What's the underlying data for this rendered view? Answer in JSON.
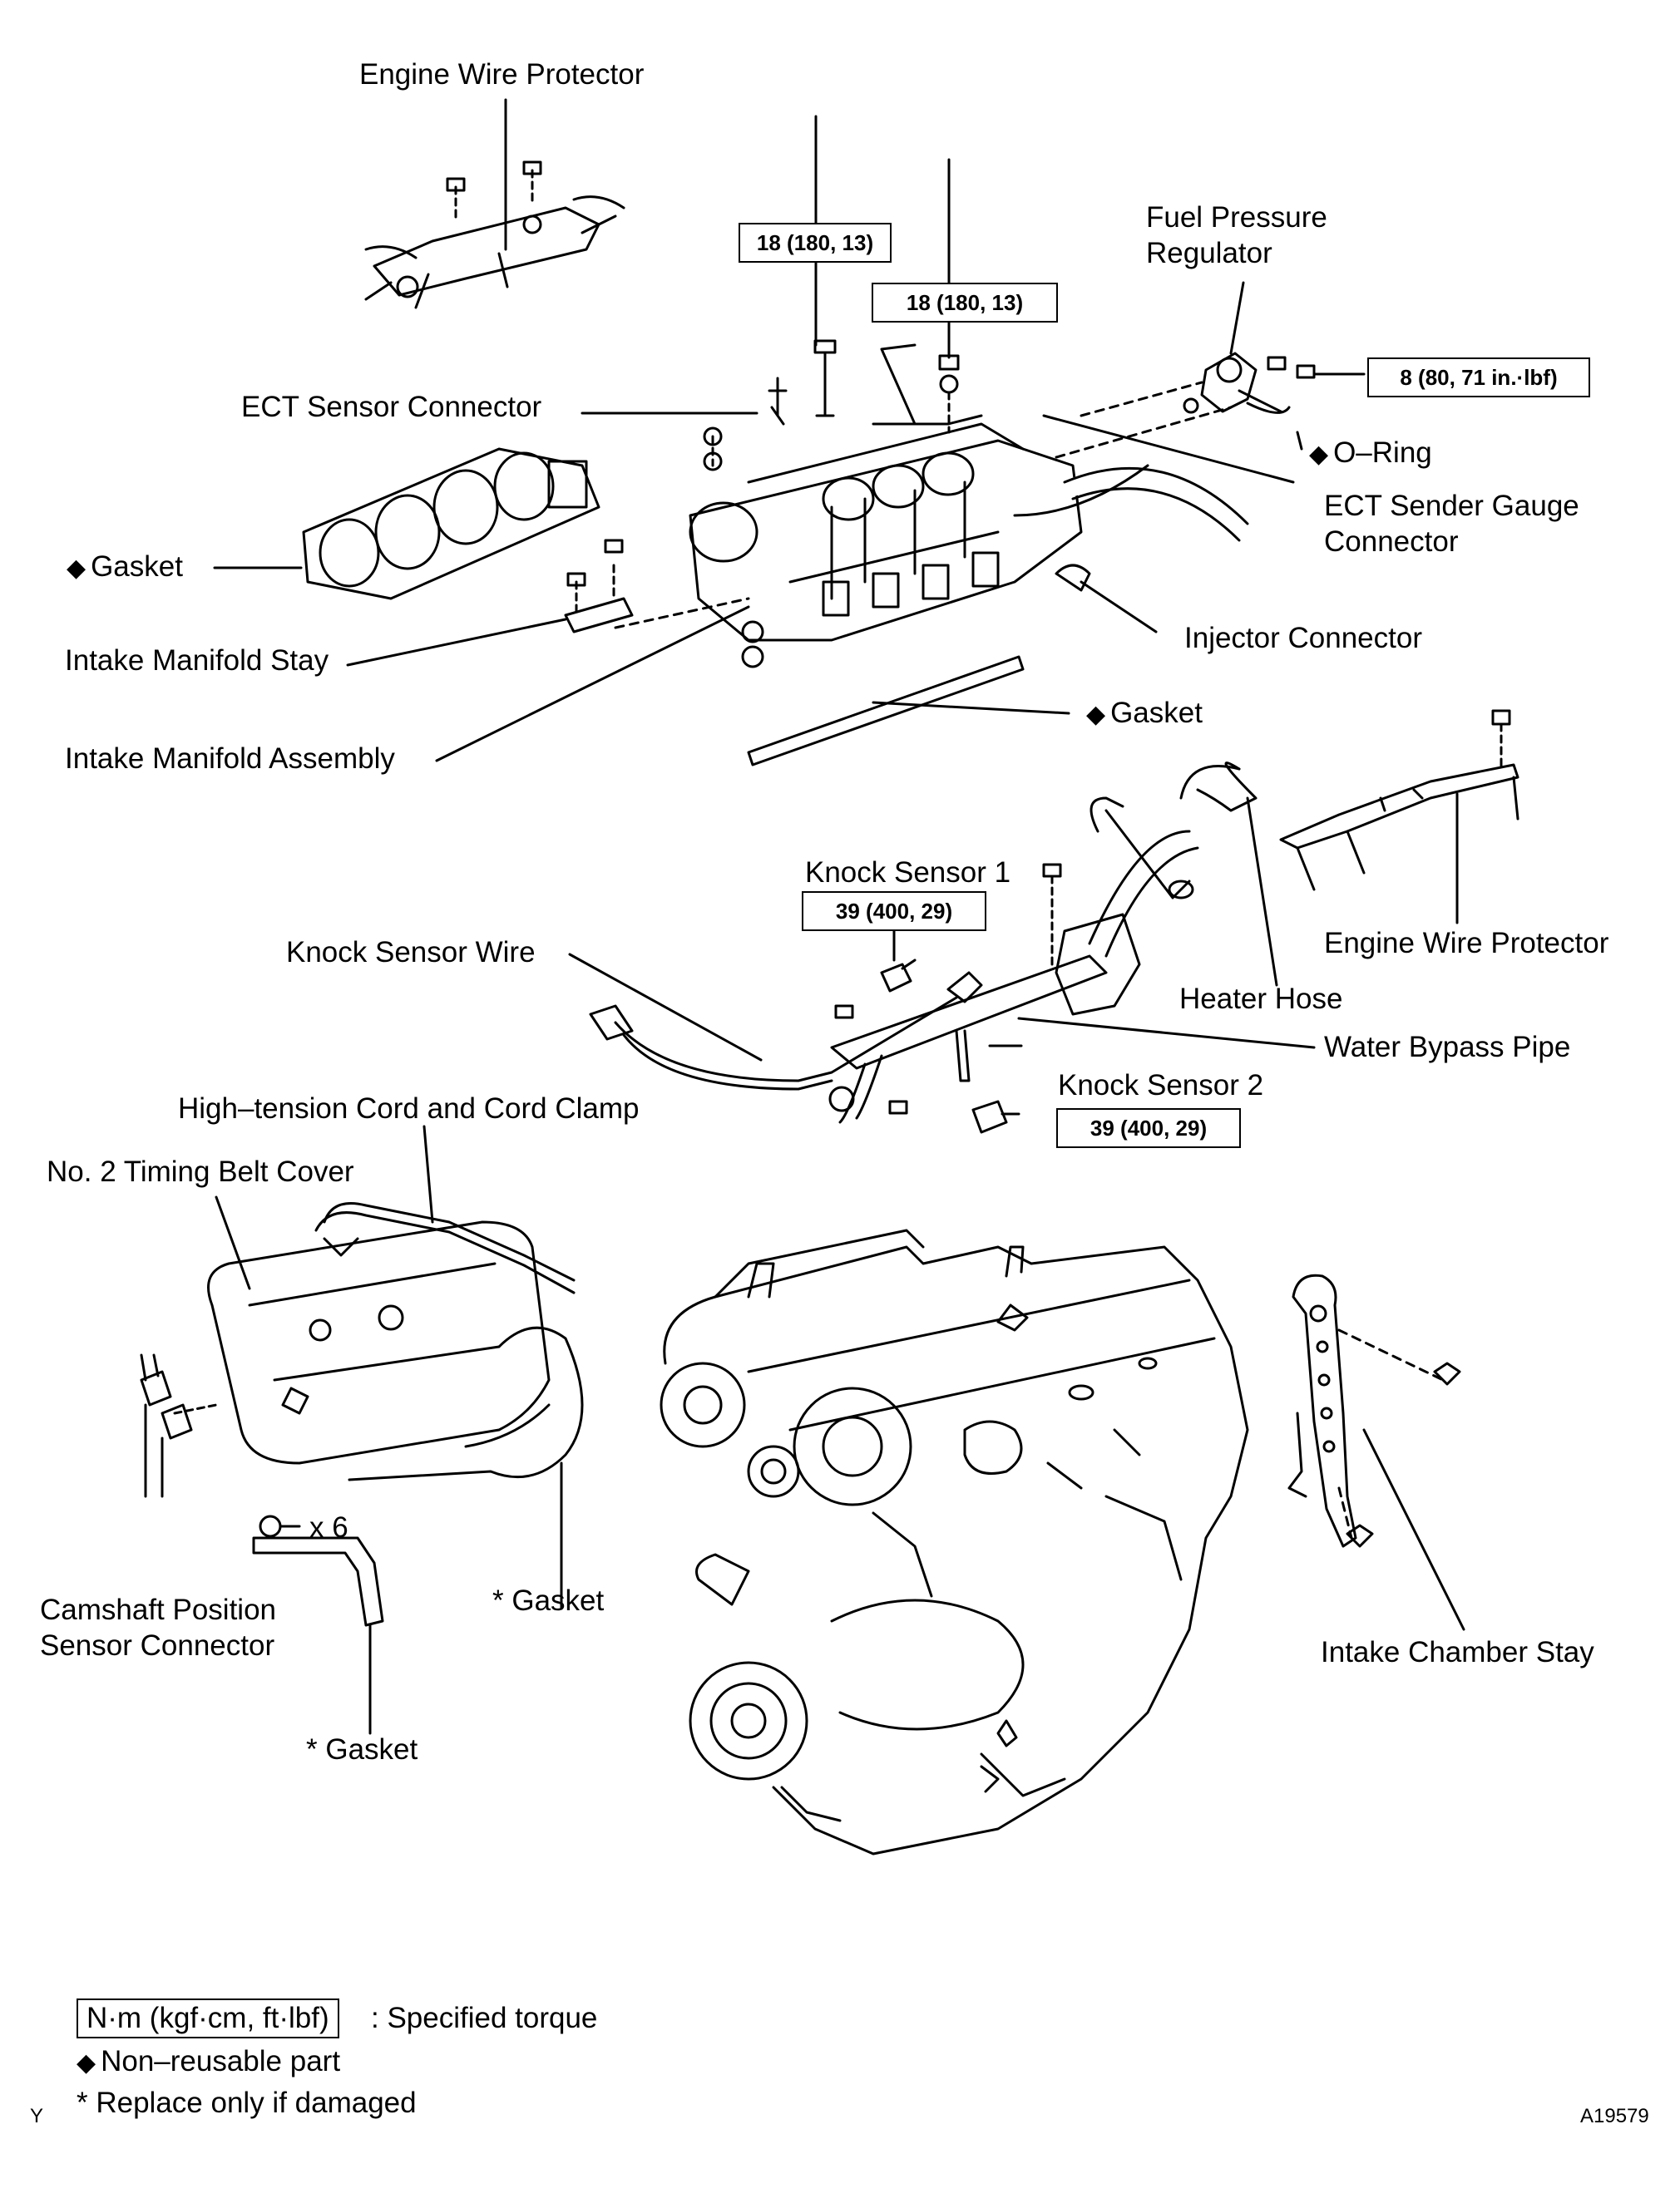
{
  "labels": {
    "engine_wire_protector_top": "Engine Wire Protector",
    "fuel_pressure_regulator": "Fuel Pressure\nRegulator",
    "ect_sensor_connector": "ECT Sensor Connector",
    "o_ring": "O–Ring",
    "ect_sender_gauge_connector": "ECT Sender Gauge\nConnector",
    "gasket_left": "Gasket",
    "intake_manifold_stay": "Intake Manifold Stay",
    "injector_connector": "Injector Connector",
    "gasket_lower": "Gasket",
    "intake_manifold_assembly": "Intake Manifold Assembly",
    "knock_sensor_1": "Knock Sensor 1",
    "knock_sensor_wire": "Knock Sensor Wire",
    "engine_wire_protector_right": "Engine Wire Protector",
    "heater_hose": "Heater Hose",
    "water_bypass_pipe": "Water Bypass Pipe",
    "knock_sensor_2": "Knock Sensor 2",
    "high_tension_cord": "High–tension Cord and Cord Clamp",
    "no2_timing_belt_cover": "No. 2 Timing Belt Cover",
    "x6": "x 6",
    "gasket_star_1": "* Gasket",
    "camshaft_position_sensor_connector": "Camshaft Position\nSensor Connector",
    "gasket_star_2": "* Gasket",
    "intake_chamber_stay": "Intake Chamber Stay"
  },
  "torques": {
    "bolt_left": "18 (180, 13)",
    "bolt_right": "18 (180, 13)",
    "regulator": "8 (80, 71 in.·lbf)",
    "knock_sensor_1": "39 (400, 29)",
    "knock_sensor_2": "39 (400, 29)"
  },
  "symbols": {
    "non_reusable": "◆"
  },
  "legend": {
    "torque_unit": "N·m (kgf·cm, ft·lbf)",
    "torque_desc": ": Specified torque",
    "non_reusable": "Non–reusable part",
    "replace": "* Replace only if damaged"
  },
  "footer": {
    "left_code": "Y",
    "figure_id": "A19579"
  }
}
